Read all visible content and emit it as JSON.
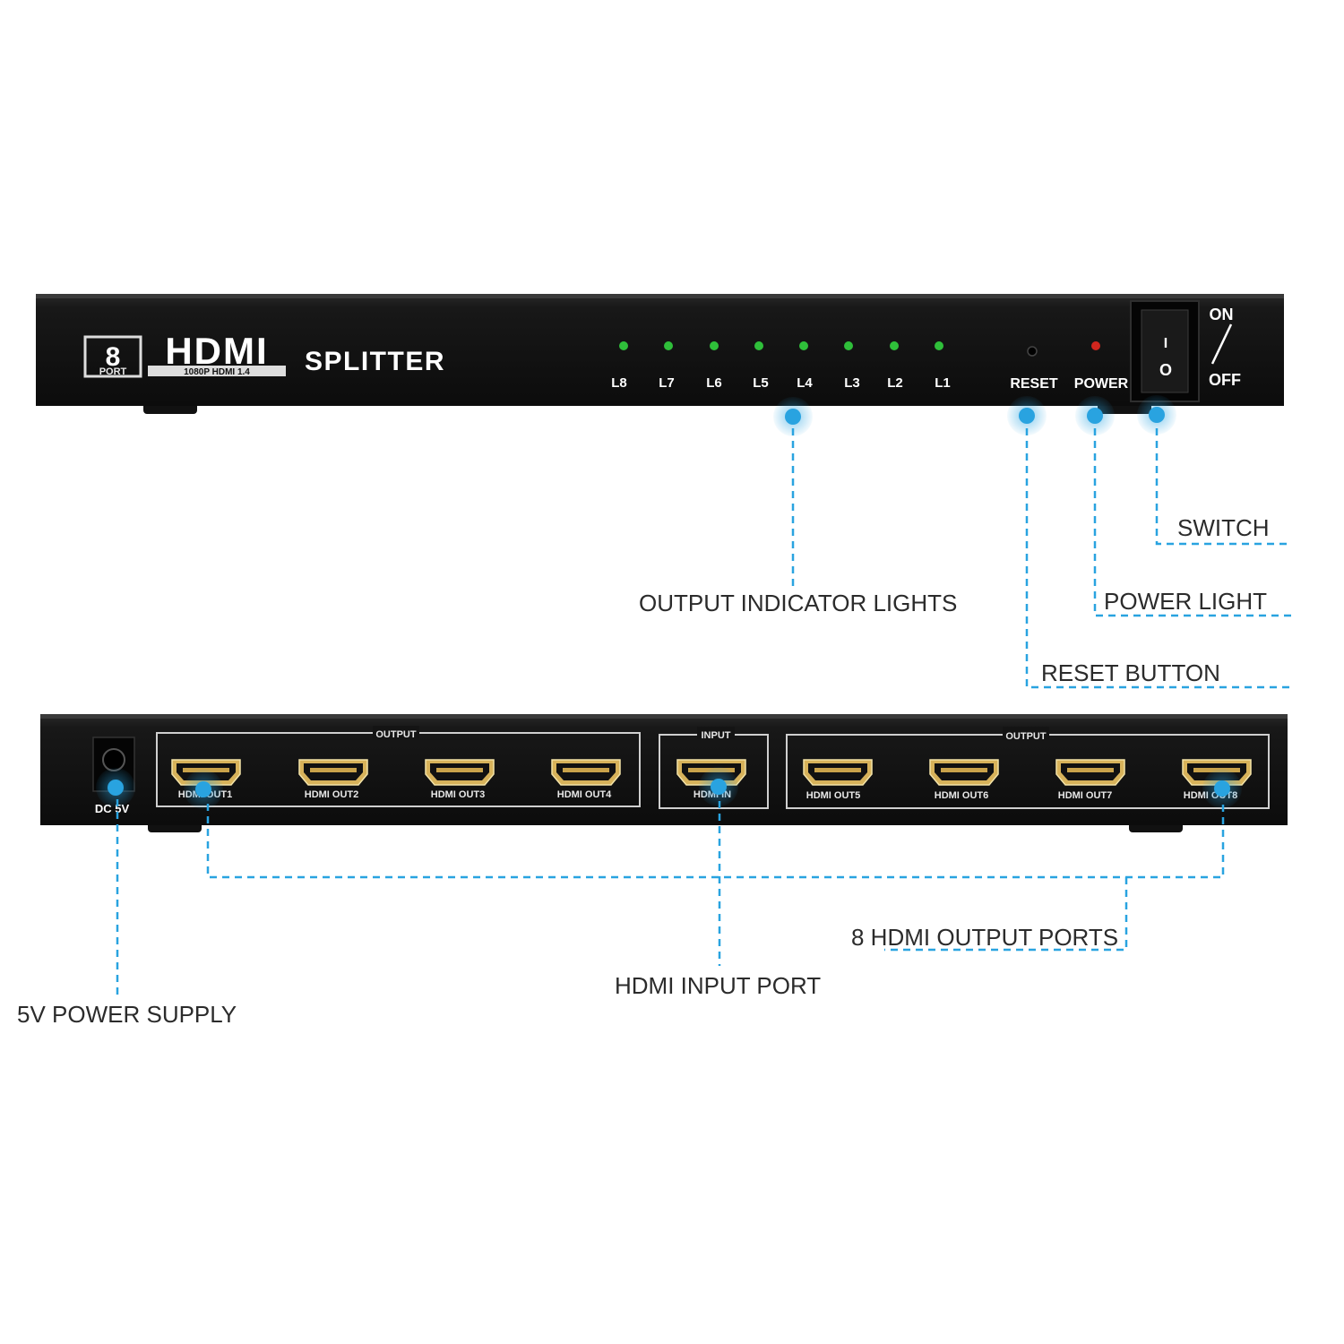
{
  "front_panel": {
    "logo_number": "8",
    "logo_port": "PORT",
    "logo_hdmi": "HDMI",
    "logo_sub": "1080P HDMI 1.4",
    "title": "SPLITTER",
    "led_labels": [
      "L8",
      "L7",
      "L6",
      "L5",
      "L4",
      "L3",
      "L2",
      "L1"
    ],
    "reset_label": "RESET",
    "power_label": "POWER",
    "switch_on": "ON",
    "switch_off": "OFF",
    "switch_on_mark": "I",
    "switch_off_mark": "O"
  },
  "rear_panel": {
    "dc_label": "DC 5V",
    "output_group_left": "OUTPUT",
    "input_group": "INPUT",
    "output_group_right": "OUTPUT",
    "ports_left": [
      "HDMI OUT1",
      "HDMI OUT2",
      "HDMI OUT3",
      "HDMI OUT4"
    ],
    "port_input": "HDMI IN",
    "ports_right": [
      "HDMI OUT5",
      "HDMI OUT6",
      "HDMI OUT7",
      "HDMI OUT8"
    ]
  },
  "callouts": {
    "output_lights": "OUTPUT INDICATOR LIGHTS",
    "switch": "SWITCH",
    "power_light": "POWER LIGHT",
    "reset_button": "RESET BUTTON",
    "output_ports": "8 HDMI OUTPUT PORTS",
    "input_port": "HDMI INPUT PORT",
    "power_supply": "5V POWER SUPPLY"
  },
  "colors": {
    "chassis": "#141414",
    "led_green": "#2fbf3a",
    "led_red": "#d0261e",
    "callout_blue": "#29a3e0",
    "callout_text": "#2b2b2b"
  }
}
